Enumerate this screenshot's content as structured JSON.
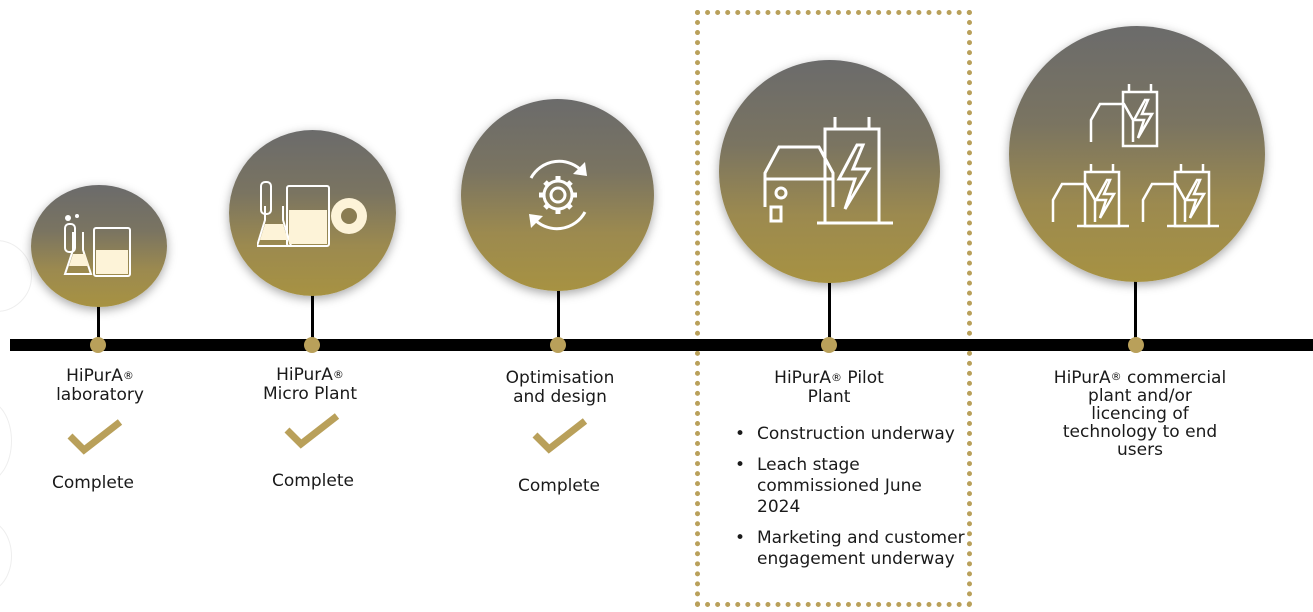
{
  "colors": {
    "gold": "#b9a05a",
    "line": "#000000",
    "circle_top": "#6b6b6b",
    "circle_bottom": "#a79242"
  },
  "stages": [
    {
      "icon": "lab-glassware-icon",
      "label_main": "HiPurA",
      "label_sup": "®",
      "label_rest": "",
      "label_line2": "laboratory",
      "status": "Complete"
    },
    {
      "icon": "micro-plant-icon",
      "label_main": "HiPurA",
      "label_sup": "®",
      "label_rest": "",
      "label_line2": "Micro Plant",
      "status": "Complete"
    },
    {
      "icon": "gear-cycle-icon",
      "label_main": "Optimisation",
      "label_line2": "and design",
      "status": "Complete"
    },
    {
      "icon": "ev-charger-icon",
      "label_main": "HiPurA",
      "label_sup": "®",
      "label_rest": " Pilot",
      "label_line2": "Plant",
      "bullets": [
        "Construction underway",
        "Leach stage commissioned June 2024",
        "Marketing and customer engagement underway"
      ]
    },
    {
      "icon": "multi-ev-charger-icon",
      "label_main": "HiPurA",
      "label_sup": "®",
      "label_rest": " commercial",
      "label_line2": "plant and/or",
      "label_line3": "licencing of",
      "label_line4": "technology to end",
      "label_line5": "users"
    }
  ]
}
